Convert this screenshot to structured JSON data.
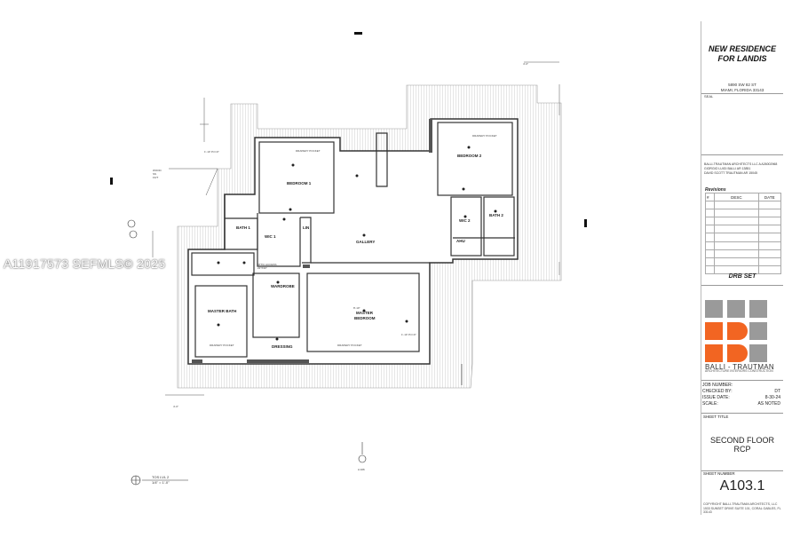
{
  "watermark": "A11917573  SEFMLS© 2025",
  "project": {
    "title": "NEW RESIDENCE\nFOR LANDIS",
    "address": "5890 SW 82 ST\nMIAMI, FLORIDA 33143",
    "seal_label": "SEAL"
  },
  "architects": {
    "firm_line": "BALLI-TRAUTMAN ARCHITECTS LLC     A A26002968",
    "person1": "GIORGIO LUIGI BALLI        AR 13851",
    "person2": "DAVID SCOTT TRAUTMAN      AR 15045"
  },
  "revisions": {
    "label": "Revisions",
    "headers": [
      "#",
      "DESC",
      "DATE"
    ]
  },
  "set_name": "DRB SET",
  "logo": {
    "firm": "BALLI - TRAUTMAN",
    "tagline": "ARCHITECTURE  INTERIORS  CONSTRUCTION",
    "accent_color": "#f26522",
    "grey_color": "#9a9a9a"
  },
  "info": [
    {
      "label": "JOB NUMBER:",
      "value": ""
    },
    {
      "label": "CHECKED BY:",
      "value": "DT"
    },
    {
      "label": "ISSUE  DATE:",
      "value": "8-30-24"
    },
    {
      "label": "SCALE:",
      "value": "AS NOTED"
    }
  ],
  "sheet": {
    "title_label": "SHEET TITLE",
    "title": "SECOND FLOOR\nRCP",
    "number_label": "SHEET NUMBER",
    "number": "A103.1",
    "copyright": "COPYRIGHT BALLI-TRAUTMAN ARCHITECTS, LLC\n1533 SUNSET DRIVE SUITE 101, CORAL GABLES, FL 33143"
  },
  "plan": {
    "rooms": [
      "BEDROOM 1",
      "BEDROOM 2",
      "BATH 1",
      "BATH 2",
      "WIC 1",
      "WIC 2",
      "LIN",
      "GALLERY",
      "AHU",
      "MASTER BATH",
      "WARDROBE",
      "DRESSING",
      "MASTER\nBEDROOM"
    ],
    "notes": [
      "DRAPERY POCKET",
      "ATTIC ACCESS\n22\"X30\"",
      "WOOD\nSS\nFF/T"
    ],
    "dims": [
      "4'-0\"",
      "8'-0\"",
      "9'-0\"",
      "8'-10\"",
      "9'-6\"",
      "1'-10' P.O.D\""
    ],
    "level_tag": "TOS LVL 2",
    "scale": "1/4\" = 1'-0\"",
    "section_ref": "A 106"
  }
}
